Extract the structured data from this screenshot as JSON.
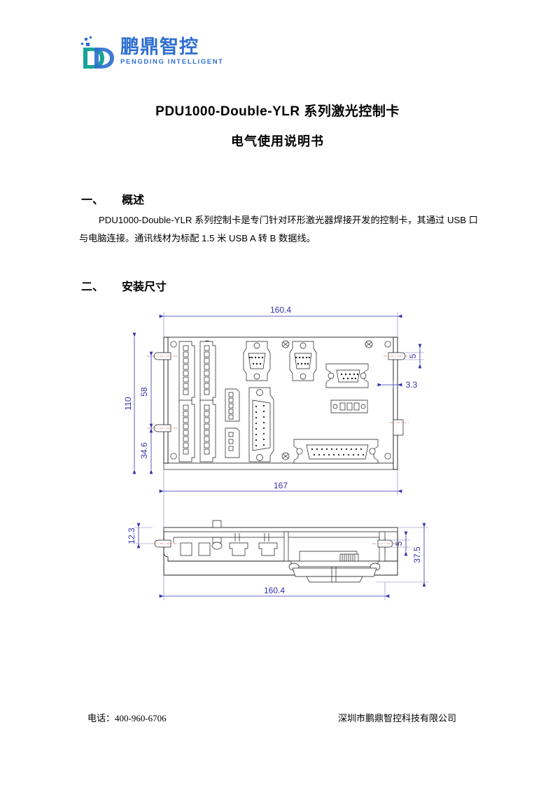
{
  "logo": {
    "cn_name": "鹏鼎智控",
    "en_name": "PENGDING INTELLIGENT",
    "mark_letter": "D",
    "color_blue": "#2f6fd0",
    "color_teal": "#16a085"
  },
  "title": {
    "main": "PDU1000-Double-YLR 系列激光控制卡",
    "sub": "电气使用说明书"
  },
  "sections": [
    {
      "number": "一、",
      "heading": "概述",
      "paragraph": "PDU1000-Double-YLR 系列控制卡是专门针对环形激光器焊接开发的控制卡，其通过 USB 口与电脑连接。通讯线材为标配 1.5 米 USB A 转 B 数据线。"
    },
    {
      "number": "二、",
      "heading": "安装尺寸"
    }
  ],
  "drawing": {
    "dimension_color": "#3333aa",
    "line_color": "#1a1a1a",
    "top_view": {
      "width_overall": "160.4",
      "width_total": "167",
      "height_overall": "110",
      "hole_spacing": "58",
      "hole_offset_bottom": "34.6",
      "slot_height": "5",
      "edge_offset": "3.3"
    },
    "side_view": {
      "hole_center_height": "12.3",
      "slot_height": "5",
      "height_overall": "37.5",
      "width_overall": "160.4"
    }
  },
  "footer": {
    "phone_label": "电话：400-960-6706",
    "company": "深圳市鹏鼎智控科技有限公司"
  }
}
